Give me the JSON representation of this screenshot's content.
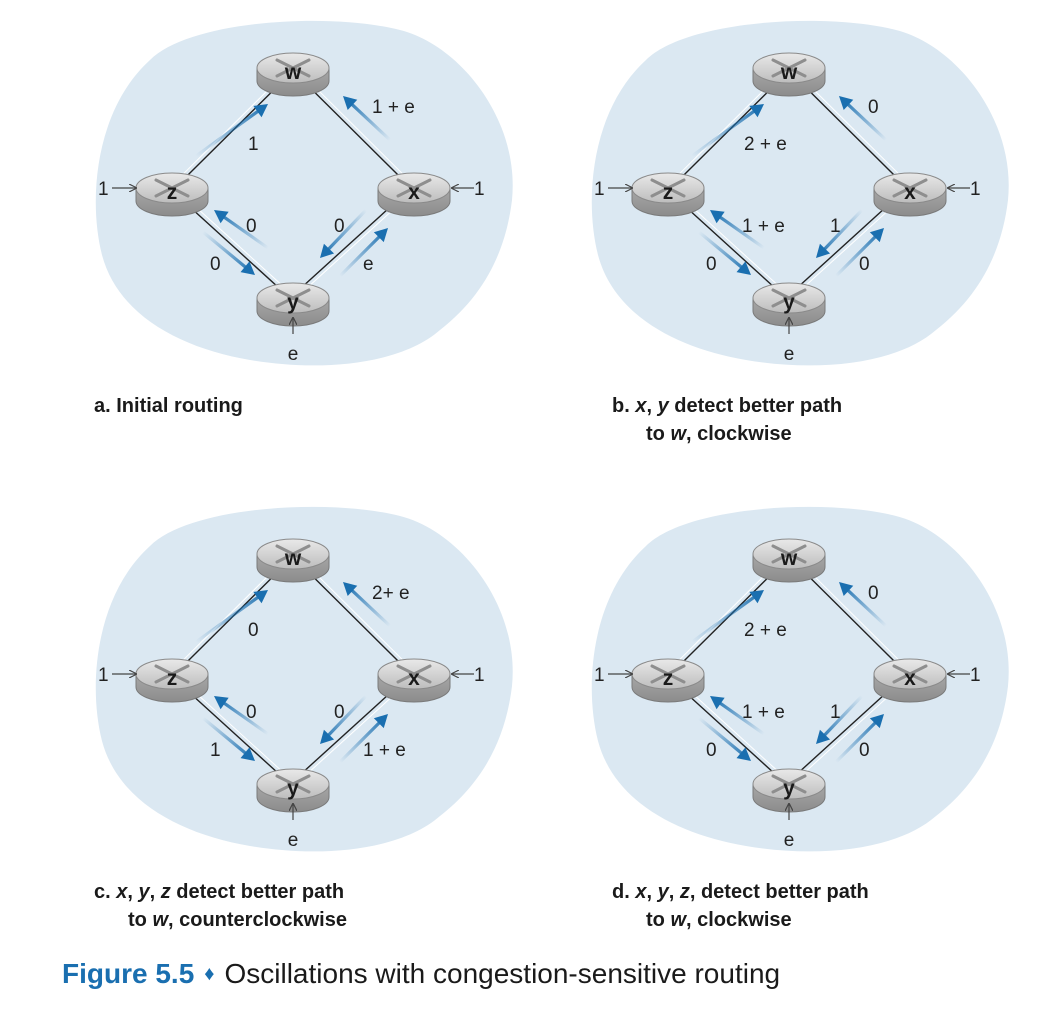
{
  "panels": [
    {
      "id": "a",
      "caption": {
        "letter": "a.",
        "line1": "Initial routing",
        "line2": ""
      },
      "inputs": {
        "z": "1",
        "x": "1",
        "y": "e"
      },
      "labels": {
        "zw": "1",
        "xw": "1 + e",
        "zy_top": "0",
        "zy_bottom": "0",
        "xy_top": "0",
        "xy_bottom": "e"
      },
      "arrows": {
        "zw": "up",
        "xw": "up",
        "zy_top": "up",
        "zy_bottom": "down",
        "xy_top": "down",
        "xy_bottom": "up"
      }
    },
    {
      "id": "b",
      "caption": {
        "letter": "b.",
        "line1": "x, y detect better path",
        "line2": "to w, clockwise"
      },
      "inputs": {
        "z": "1",
        "x": "1",
        "y": "e"
      },
      "labels": {
        "zw": "2 + e",
        "xw": "0",
        "zy_top": "1 + e",
        "zy_bottom": "0",
        "xy_top": "1",
        "xy_bottom": "0"
      },
      "arrows": {
        "zw": "up",
        "xw": "up",
        "zy_top": "up",
        "zy_bottom": "down",
        "xy_top": "down",
        "xy_bottom": "up"
      }
    },
    {
      "id": "c",
      "caption": {
        "letter": "c.",
        "line1": "x, y, z detect better path",
        "line2": "to w, counterclockwise"
      },
      "inputs": {
        "z": "1",
        "x": "1",
        "y": "e"
      },
      "labels": {
        "zw": "0",
        "xw": "2+ e",
        "zy_top": "0",
        "zy_bottom": "1",
        "xy_top": "0",
        "xy_bottom": "1 + e"
      },
      "arrows": {
        "zw": "up",
        "xw": "up",
        "zy_top": "up",
        "zy_bottom": "down",
        "xy_top": "down",
        "xy_bottom": "up"
      }
    },
    {
      "id": "d",
      "caption": {
        "letter": "d.",
        "line1": "x, y, z, detect better path",
        "line2": "to w, clockwise"
      },
      "inputs": {
        "z": "1",
        "x": "1",
        "y": "e"
      },
      "labels": {
        "zw": "2 + e",
        "xw": "0",
        "zy_top": "1 + e",
        "zy_bottom": "0",
        "xy_top": "1",
        "xy_bottom": "0"
      },
      "arrows": {
        "zw": "up",
        "xw": "up",
        "zy_top": "up",
        "zy_bottom": "down",
        "xy_top": "down",
        "xy_bottom": "up"
      }
    }
  ],
  "node_names": {
    "w": "w",
    "x": "x",
    "y": "y",
    "z": "z"
  },
  "figure": {
    "number": "Figure 5.5",
    "separator": "♦",
    "title": "Oscillations with congestion-sensitive routing"
  },
  "colors": {
    "cloud": "#dbe8f2",
    "arrow": "#1a6fb0",
    "router_body": "#b7b7b7",
    "router_top": "#d9d9d9",
    "accent": "#1a6fb0"
  }
}
